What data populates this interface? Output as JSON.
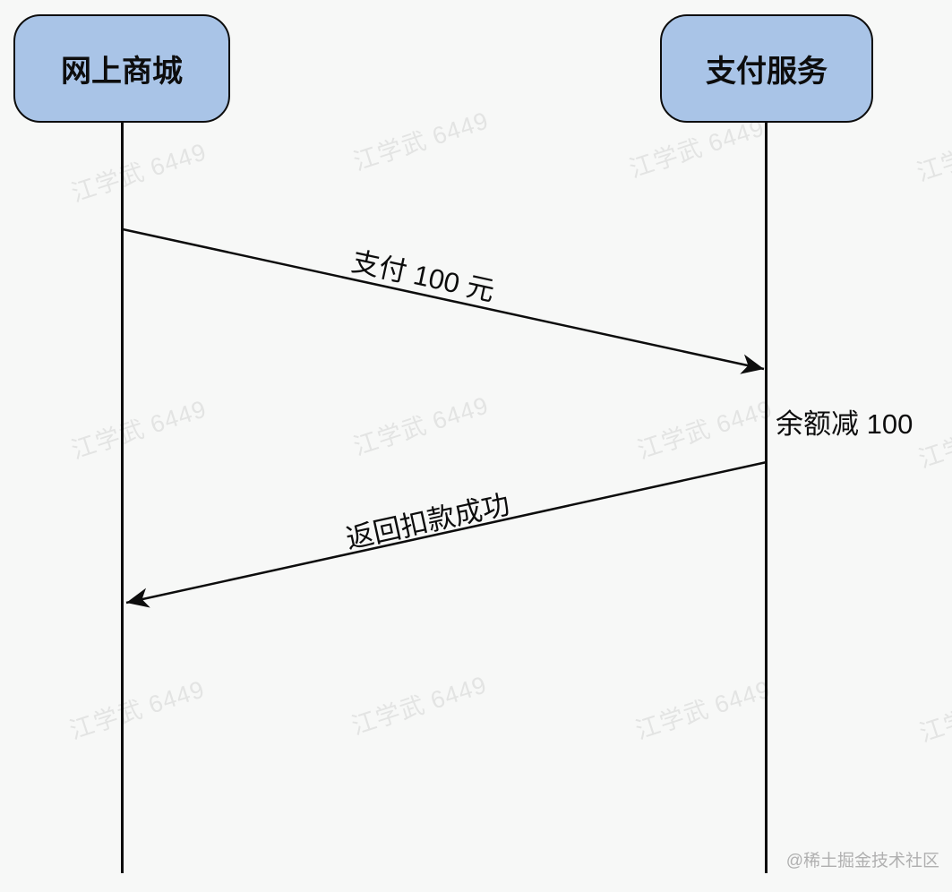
{
  "diagram": {
    "type": "sequence-diagram",
    "actors": [
      {
        "label": "网上商城"
      },
      {
        "label": "支付服务"
      }
    ],
    "messages": [
      {
        "from": "网上商城",
        "to": "支付服务",
        "label": "支付 100 元"
      },
      {
        "from": "支付服务",
        "to": "网上商城",
        "label": "返回扣款成功"
      }
    ],
    "note": {
      "text": "余额减 100",
      "attached_to": "支付服务"
    },
    "watermark_text": "江学武 6449",
    "credit_text": "@稀土掘金技术社区",
    "colors": {
      "actor_fill": "#a9c4e7",
      "actor_border": "#0d0d0d",
      "line": "#0d0d0d",
      "background": "#f7f8f7",
      "watermark": "#e4e6e5",
      "credit": "#b0b0b0"
    }
  }
}
